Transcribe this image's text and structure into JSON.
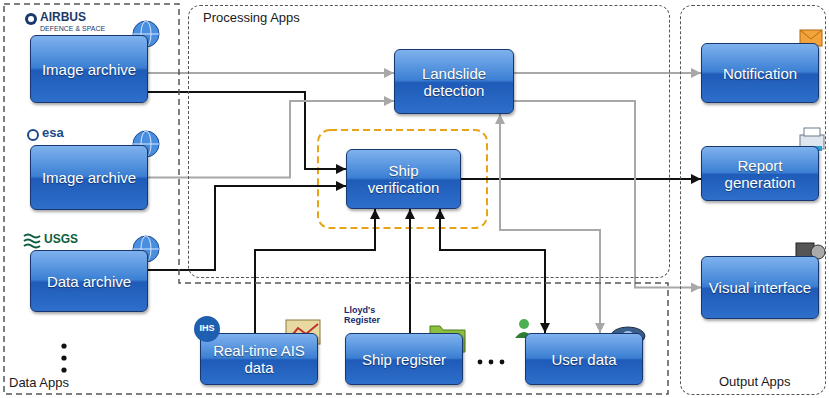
{
  "diagram": {
    "nodes": [
      {
        "text": [
          "Data Apps"
        ]
      },
      {
        "text": [
          "Image archive"
        ],
        "in": 0
      },
      {
        "text": [
          "Image archive"
        ],
        "in": 0
      },
      {
        "text": [
          "Data archive"
        ],
        "in": 0
      },
      {
        "text": [
          "Real-time AIS data"
        ],
        "in": 0
      },
      {
        "text": [
          "Ship register"
        ],
        "in": 0
      },
      {
        "text": [
          "User data"
        ],
        "in": 0
      },
      {
        "text": [
          "Processing Apps"
        ]
      },
      {
        "text": [
          "Landslide detection"
        ],
        "in": 7
      },
      {
        "text": [
          "Ship verification"
        ],
        "in": 7
      },
      {
        "text": [
          "Output Apps"
        ]
      },
      {
        "text": [
          "Notification"
        ],
        "in": 10
      },
      {
        "text": [
          "Report generation"
        ],
        "in": 10
      },
      {
        "text": [
          "Visual interface"
        ],
        "in": 10
      }
    ],
    "edges": [
      {
        "from": 1,
        "to": 8,
        "arrow": "to"
      },
      {
        "from": 1,
        "to": 9,
        "arrow": "to"
      },
      {
        "from": 2,
        "to": 8,
        "arrow": "to"
      },
      {
        "from": 3,
        "to": 9,
        "arrow": "to"
      },
      {
        "from": 4,
        "to": 9,
        "arrow": "to"
      },
      {
        "from": 5,
        "to": 9,
        "arrow": "to"
      },
      {
        "from": 6,
        "to": 9,
        "arrow": "both"
      },
      {
        "from": 9,
        "to": 12,
        "arrow": "to"
      },
      {
        "from": 8,
        "to": 11,
        "arrow": "to"
      },
      {
        "from": 8,
        "to": 13,
        "arrow": "to"
      },
      {
        "from": 8,
        "to": 6,
        "arrow": "both"
      }
    ],
    "labels": [
      "AIRBUS",
      "DEFENCE & SPACE",
      "esa",
      "USGS",
      "IHS",
      "Lloyd's Register"
    ]
  }
}
